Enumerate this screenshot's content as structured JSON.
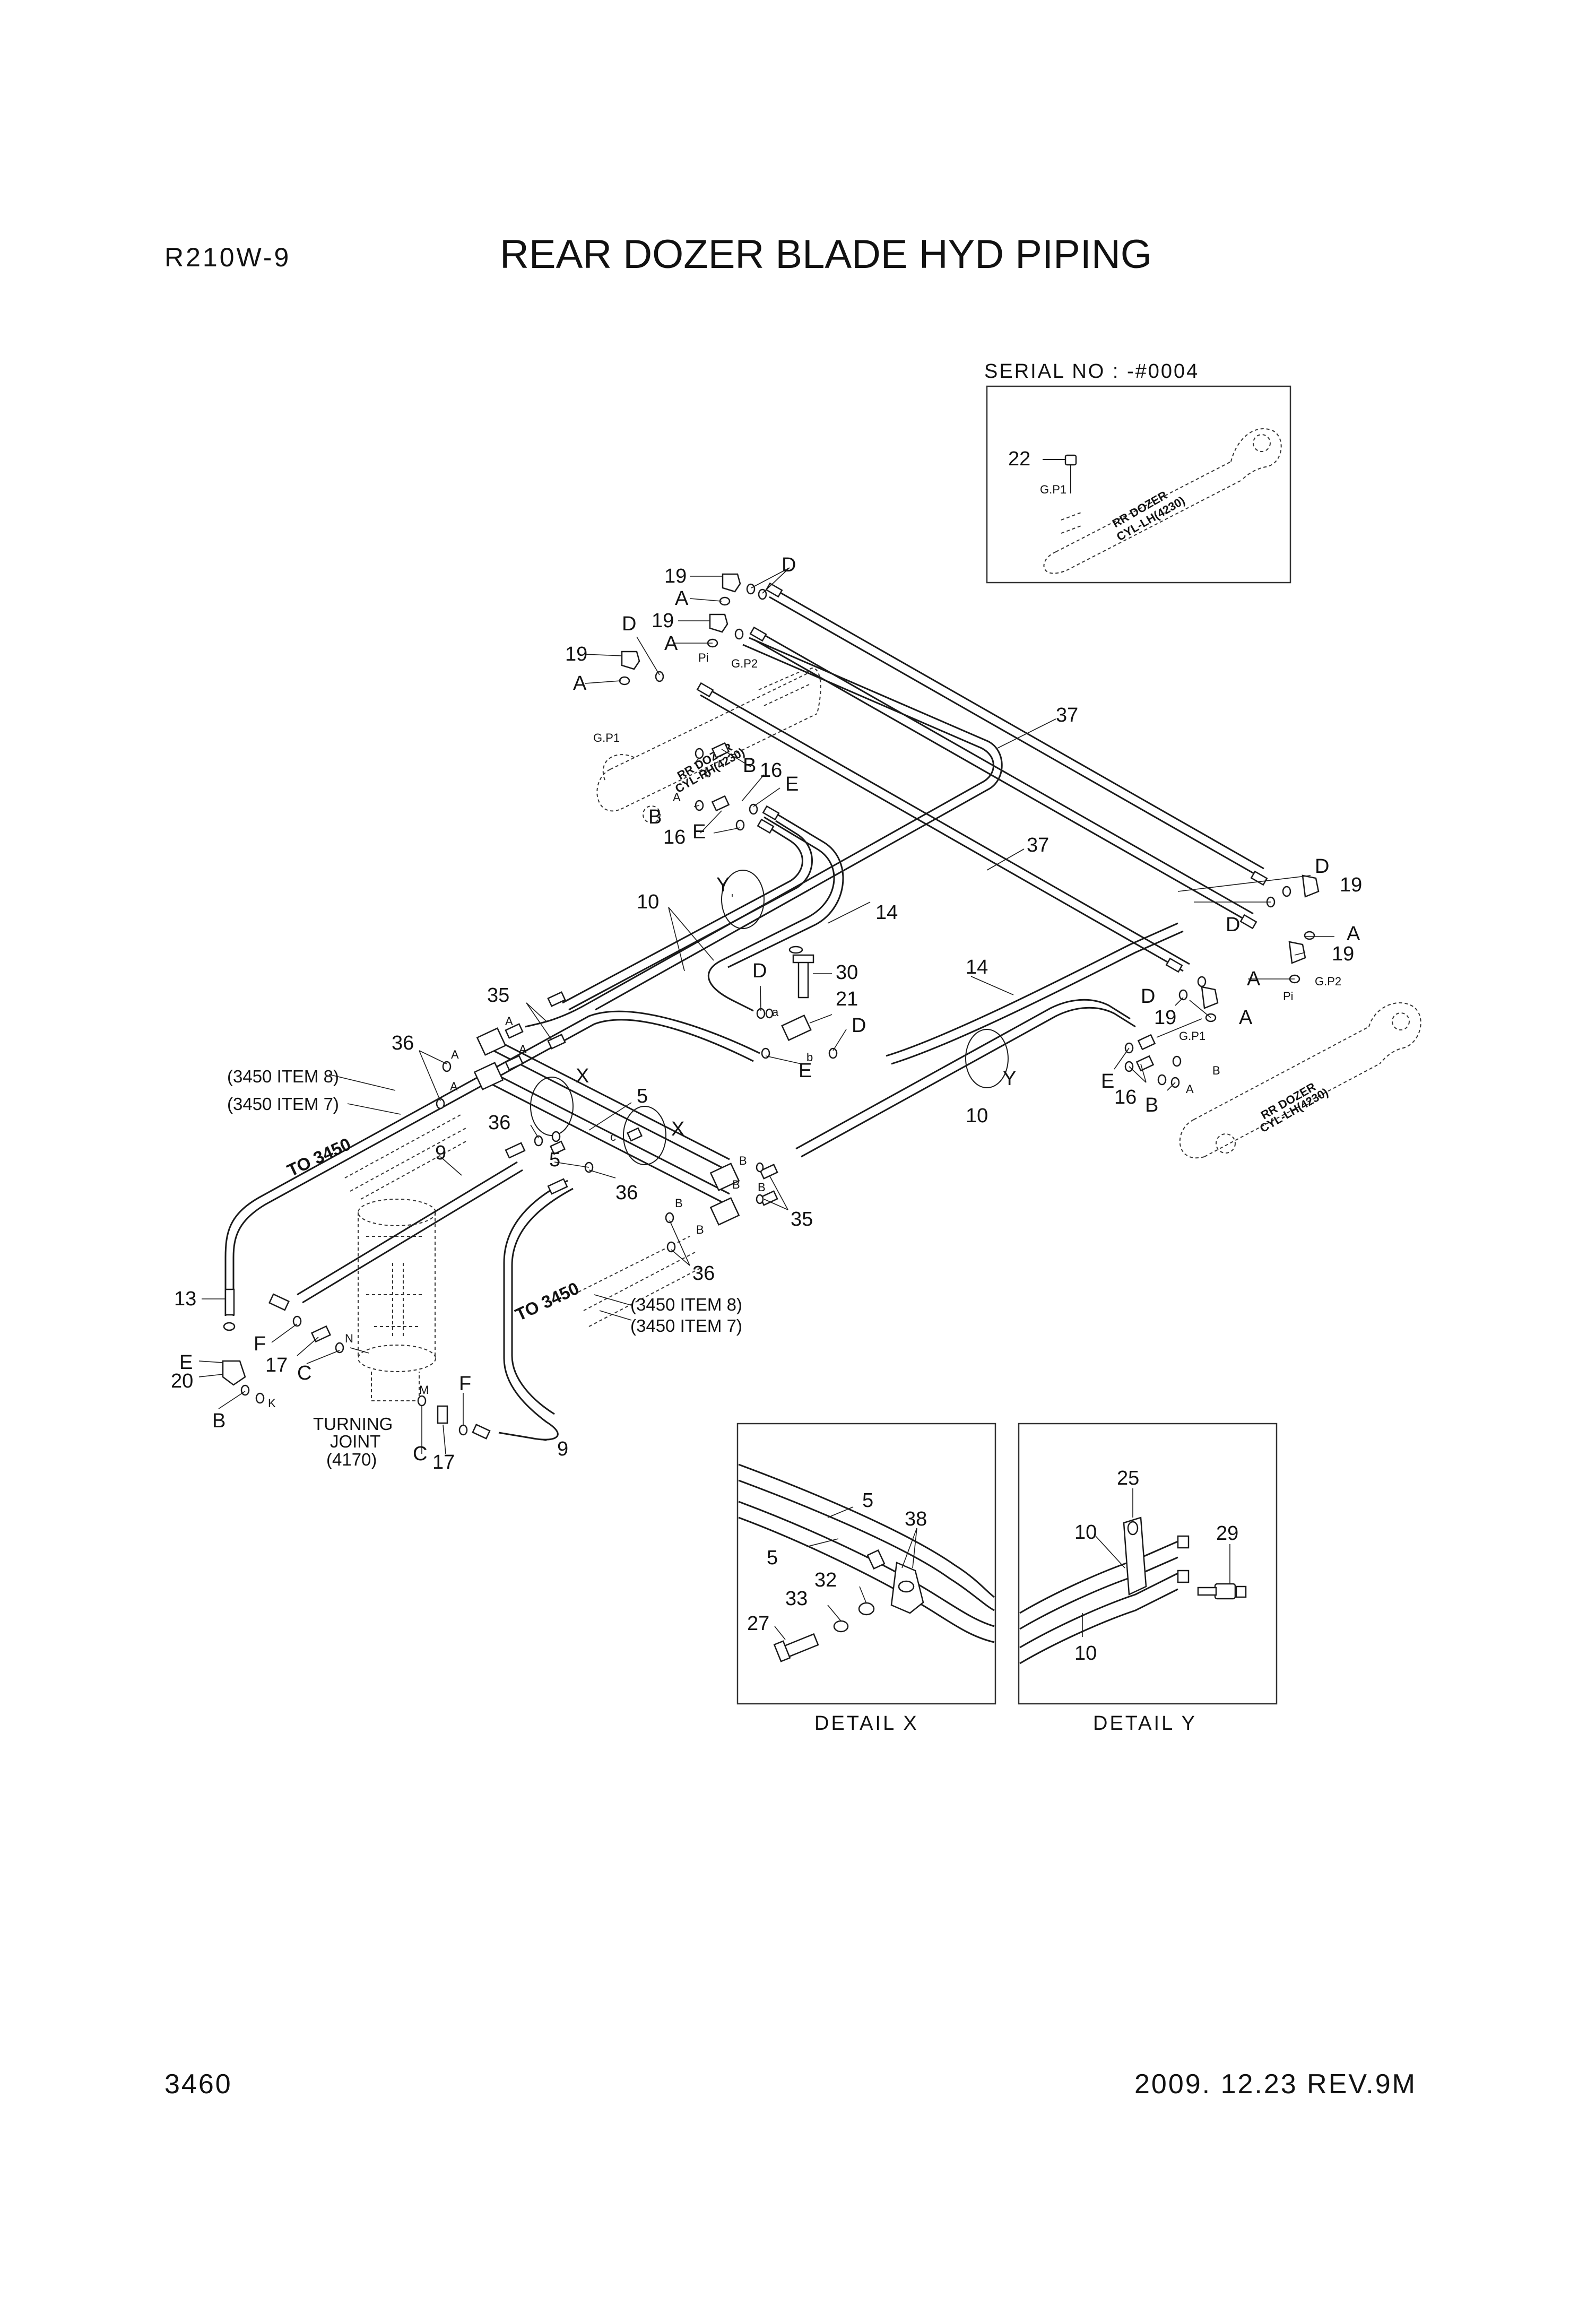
{
  "header": {
    "model": "R210W-9",
    "title": "REAR DOZER BLADE HYD PIPING",
    "serial": "SERIAL NO : -#0004"
  },
  "footer": {
    "page_number": "3460",
    "revision": "2009. 12.23 REV.9M"
  },
  "labels": {
    "p5": "5",
    "p9": "9",
    "p10": "10",
    "p13": "13",
    "p14": "14",
    "p16": "16",
    "p17": "17",
    "p19": "19",
    "p20": "20",
    "p21": "21",
    "p22": "22",
    "p25": "25",
    "p27": "27",
    "p29": "29",
    "p30": "30",
    "p32": "32",
    "p33": "33",
    "p35": "35",
    "p36": "36",
    "p37": "37",
    "p38": "38",
    "A": "A",
    "B": "B",
    "C": "C",
    "D": "D",
    "E": "E",
    "F": "F",
    "K": "K",
    "M": "M",
    "N": "N",
    "a": "a",
    "b": "b",
    "c": "c",
    "X": "X",
    "Y": "Y",
    "gp1": "G.P1",
    "gp2": "G.P2",
    "pi": "Pi",
    "to3450": "TO 3450",
    "item8": "(3450 ITEM 8)",
    "item7": "(3450 ITEM 7)",
    "tj1": "TURNING",
    "tj2": "JOINT",
    "tj3": "(4170)",
    "cyl_rh_1": "RR DOZER",
    "cyl_rh_2": "CYL-RH(4230)",
    "cyl_lh_1": "RR DOZER",
    "cyl_lh_2": "CYL-LH(4230)",
    "detail_x": "DETAIL  X",
    "detail_y": "DETAIL  Y"
  }
}
